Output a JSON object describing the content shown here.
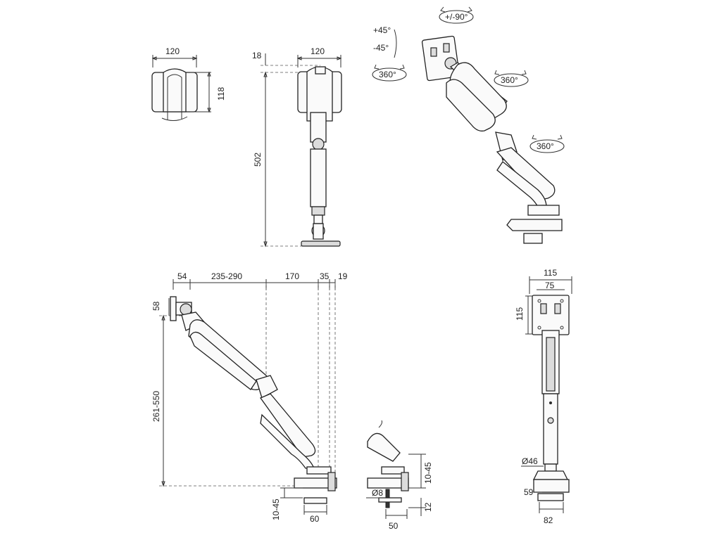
{
  "top_left_view": {
    "width": "120",
    "height": "118"
  },
  "side_view": {
    "top_offset": "18",
    "width": "120",
    "height": "502"
  },
  "rotation_view": {
    "tilt_up": "+45°",
    "tilt_down": "-45°",
    "rotate_vesa": "+/-90°",
    "swivel_head": "360°",
    "swivel_elbow": "360°",
    "swivel_base": "360°"
  },
  "profile_view": {
    "seg_a": "54",
    "seg_b": "235-290",
    "seg_c": "170",
    "seg_d": "35",
    "seg_e": "19",
    "head_height": "58",
    "height_range": "261-550",
    "clamp_thickness": "10-45",
    "clamp_width": "60"
  },
  "clamp_detail": {
    "clamp_range": "10-45",
    "bolt_diameter": "Ø8",
    "bolt_extra": "12",
    "plate_width": "50"
  },
  "front_view": {
    "plate_width": "115",
    "vesa": "75",
    "plate_height": "115",
    "pole_diameter": "Ø46",
    "base_height": "59",
    "base_width": "82"
  }
}
